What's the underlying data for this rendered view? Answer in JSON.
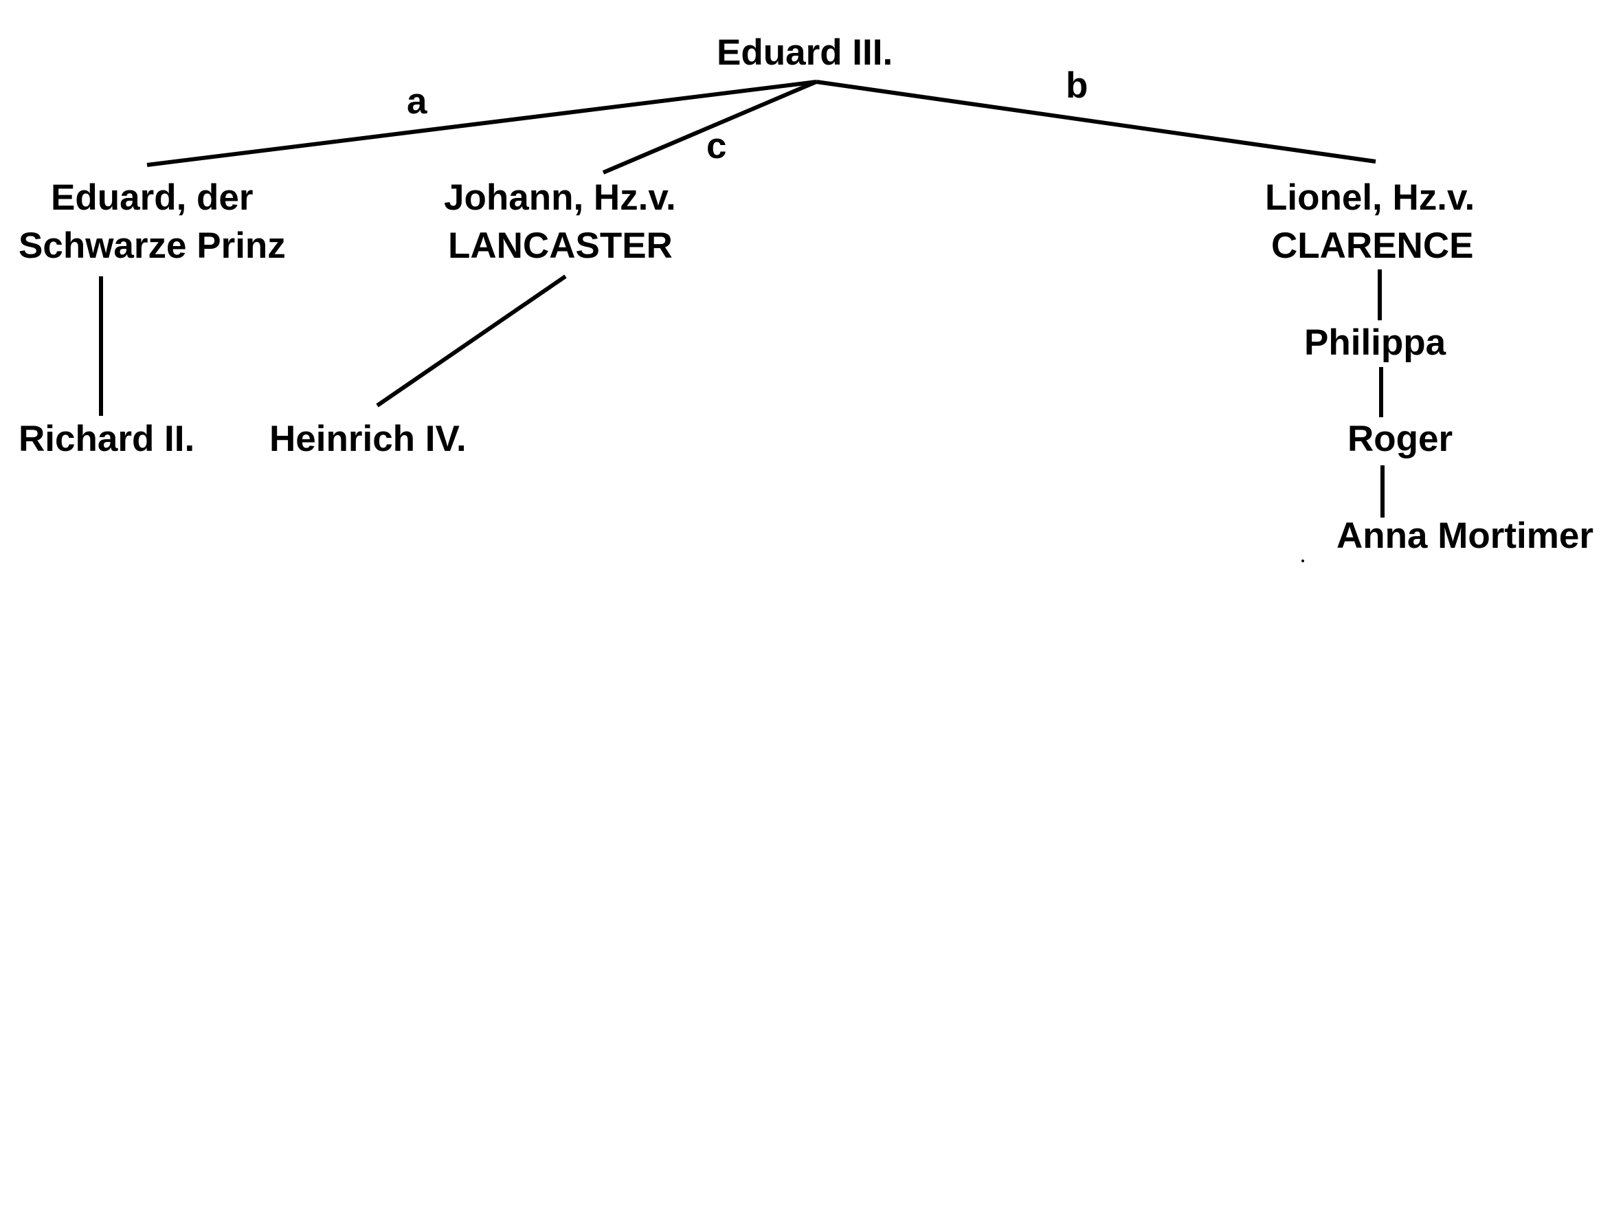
{
  "tree": {
    "root": {
      "label": "Eduard III."
    },
    "children": [
      {
        "line1": "Eduard, der",
        "line2": "Schwarze Prinz",
        "edge_label": "a",
        "descendants": [
          "Richard II."
        ]
      },
      {
        "line1": "Johann, Hz.v.",
        "line2": "LANCASTER",
        "edge_label": "c",
        "descendants": [
          "Heinrich IV."
        ]
      },
      {
        "line1": "Lionel, Hz.v.",
        "line2": "CLARENCE",
        "edge_label": "b",
        "descendants": [
          "Philippa",
          "Roger",
          "Anna Mortimer"
        ]
      }
    ]
  },
  "colors": {
    "ink": "#000000",
    "background": "#ffffff"
  }
}
